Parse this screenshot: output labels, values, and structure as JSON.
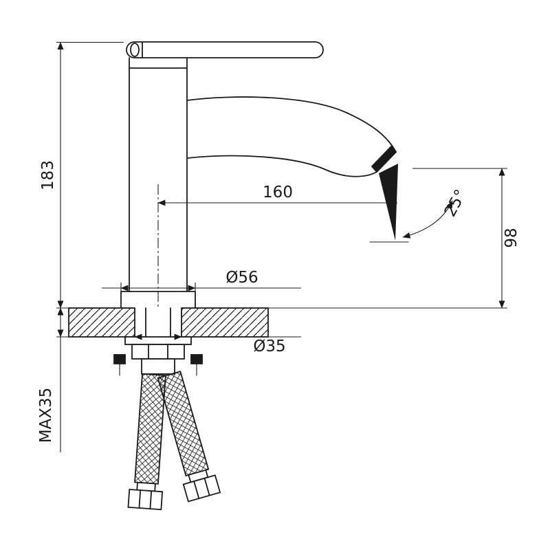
{
  "drawing": {
    "subject": "Basin faucet technical dimension drawing, side view",
    "line_color": "#1a1a1a",
    "background": "#ffffff",
    "labels": {
      "total_height": "183",
      "spout_reach": "160",
      "spout_angle": "25°",
      "outlet_height": "98",
      "base_diameter": "Ø56",
      "hole_diameter": "Ø35",
      "max_deck_thickness": "MAX35"
    }
  }
}
